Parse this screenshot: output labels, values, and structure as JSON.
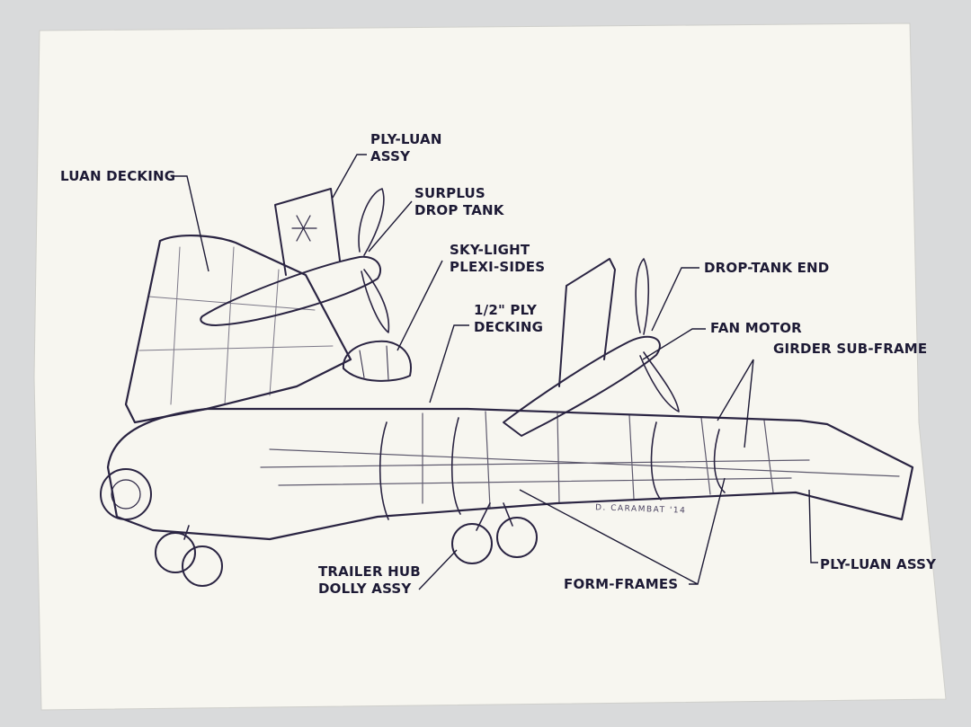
{
  "diagram": {
    "labels": {
      "luan_decking": "LUAN DECKING",
      "ply_luan_assy_top": [
        "PLY-LUAN",
        "ASSY"
      ],
      "surplus_drop_tank": [
        "SURPLUS",
        "DROP TANK"
      ],
      "sky_light": [
        "SKY-LIGHT",
        "PLEXI-SIDES"
      ],
      "ply_decking": [
        "1/2\" PLY",
        "DECKING"
      ],
      "drop_tank_end": "DROP-TANK END",
      "fan_motor": "FAN MOTOR",
      "girder_sub_frame": "GIRDER SUB-FRAME",
      "ply_luan_assy_bottom": "PLY-LUAN ASSY",
      "form_frames": "FORM-FRAMES",
      "trailer_hub": [
        "TRAILER HUB",
        "DOLLY ASSY"
      ]
    },
    "signature": "D. CARAMBAT '14",
    "colors": {
      "ink": "#2a2442",
      "paper": "#f7f6f0",
      "background": "#d9dadb"
    }
  }
}
